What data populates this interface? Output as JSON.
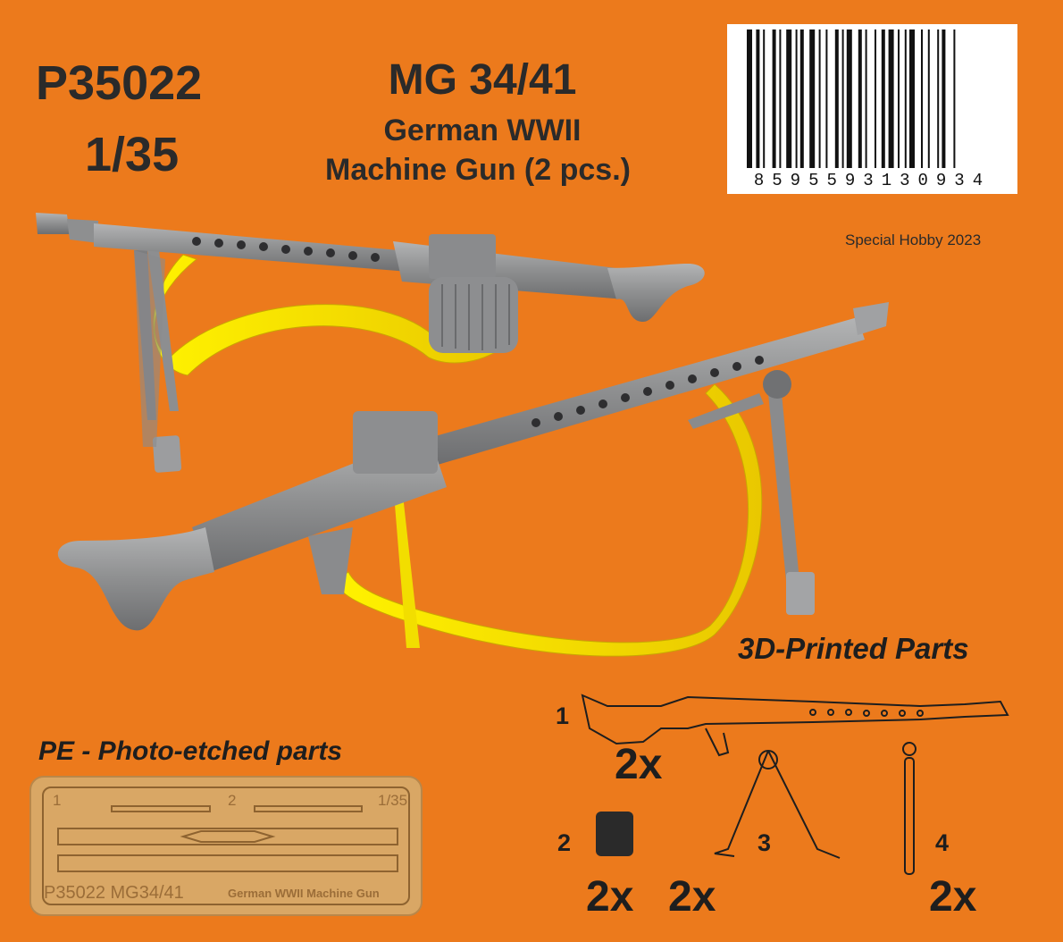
{
  "header": {
    "product_code": "P35022",
    "scale": "1/35",
    "title": "MG 34/41",
    "subtitle_line1": "German WWII",
    "subtitle_line2": "Machine Gun (2 pcs.)"
  },
  "barcode": {
    "digits": "8595593130934"
  },
  "copyright": "Special Hobby 2023",
  "printed_parts": {
    "heading": "3D-Printed Parts",
    "items": [
      {
        "number": "1",
        "quantity": "2x",
        "icon": "machine-gun-outline-icon"
      },
      {
        "number": "2",
        "quantity": "2x",
        "icon": "ammo-drum-icon"
      },
      {
        "number": "3",
        "quantity": "2x",
        "icon": "bipod-icon"
      },
      {
        "number": "4",
        "quantity": "2x",
        "icon": "sling-swivel-icon"
      }
    ]
  },
  "pe_parts": {
    "heading": "PE - Photo-etched parts",
    "fret_label_1": "1",
    "fret_label_2": "2",
    "fret_scale": "1/35",
    "fret_code": "P35022 MG34/41",
    "fret_caption": "German WWII Machine Gun"
  },
  "colors": {
    "background": "#ec7a1c",
    "gun_grey": "#8f9091",
    "sling_yellow": "#f7e300",
    "text_dark": "#2a2a2a",
    "brass": "#d9a765"
  }
}
